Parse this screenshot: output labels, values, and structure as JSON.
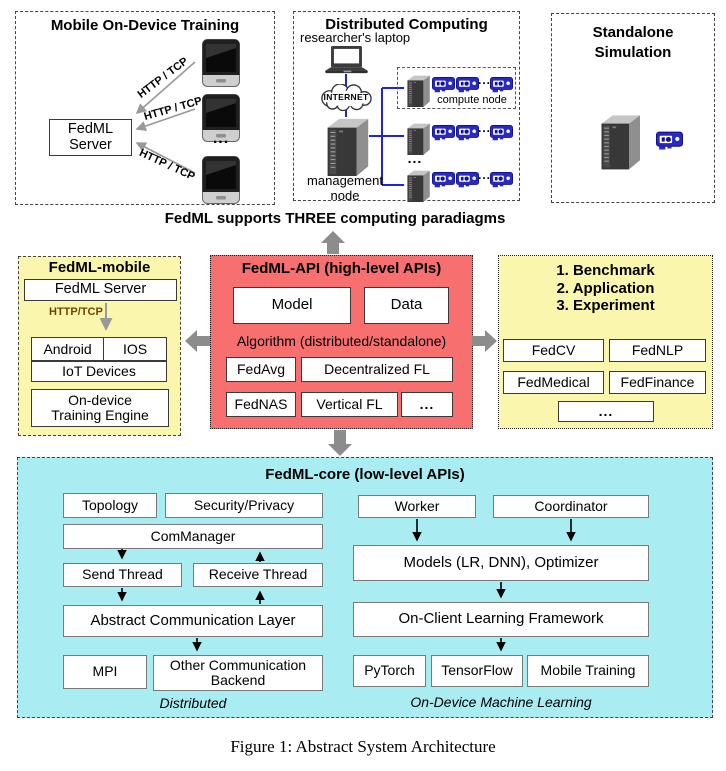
{
  "colors": {
    "red_panel": "#F76F6F",
    "yellow_panel": "#FAF6AD",
    "cyan_panel": "#A9EDF2",
    "blue_accent": "#2222DD",
    "gpu_blue": "#2A2AC2",
    "gray_arrow": "#8C8C8C",
    "http_tcp_label": "#6E4400"
  },
  "top": {
    "caption": "FedML supports THREE computing paradiagms",
    "mobile": {
      "title": "Mobile On-Device Training",
      "server": "FedML\nServer",
      "links": [
        "HTTP / TCP",
        "HTTP / TCP",
        "HTTP / TCP"
      ],
      "ellipsis": "..."
    },
    "distributed": {
      "title": "Distributed Computing",
      "laptop": "researcher's laptop",
      "internet": "INTERNET",
      "management": "management\nnode",
      "compute": "compute node",
      "gpu_ellipsis": "...",
      "server_ellipsis": "..."
    },
    "standalone": {
      "title": "Standalone\nSimulation"
    }
  },
  "mobile_stack": {
    "title": "FedML-mobile",
    "server": "FedML Server",
    "protocol": "HTTP/TCP",
    "android": "Android",
    "ios": "IOS",
    "iot": "IoT Devices",
    "engine": "On-device\nTraining Engine"
  },
  "api": {
    "title": "FedML-API (high-level APIs)",
    "model": "Model",
    "data": "Data",
    "algorithm": "Algorithm (distributed/standalone)",
    "algos": [
      "FedAvg",
      "Decentralized FL",
      "FedNAS",
      "Vertical FL",
      "..."
    ]
  },
  "apps": {
    "lines": "1. Benchmark\n2. Application\n3. Experiment",
    "items": [
      "FedCV",
      "FedNLP",
      "FedMedical",
      "FedFinance",
      "..."
    ]
  },
  "core": {
    "title": "FedML-core (low-level APIs)",
    "left": {
      "topology": "Topology",
      "security": "Security/Privacy",
      "commanager": "ComManager",
      "send": "Send Thread",
      "receive": "Receive Thread",
      "acl": "Abstract Communication Layer",
      "mpi": "MPI",
      "other": "Other Communication\nBackend",
      "label": "Distributed"
    },
    "right": {
      "worker": "Worker",
      "coordinator": "Coordinator",
      "models": "Models (LR, DNN), Optimizer",
      "onclient": "On-Client Learning Framework",
      "pytorch": "PyTorch",
      "tensorflow": "TensorFlow",
      "mobile": "Mobile Training",
      "label": "On-Device Machine Learning"
    }
  },
  "figure_caption": "Figure 1: Abstract System Architecture"
}
